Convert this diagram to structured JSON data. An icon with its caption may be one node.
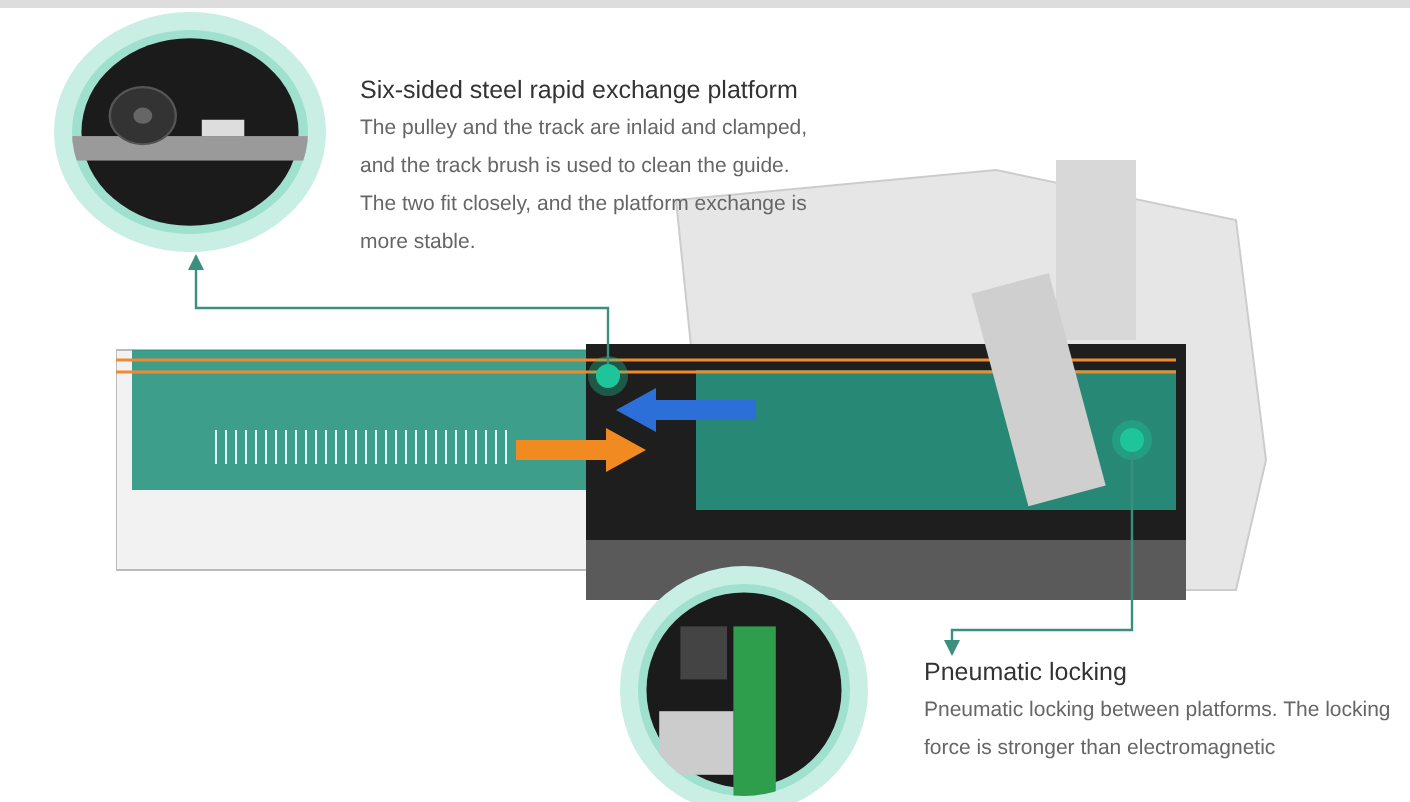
{
  "diagram": {
    "nodes": [
      {
        "text": [
          "Six-sided steel rapid exchange platform",
          "The pulley and the track are inlaid and clamped, and the track brush is used to clean the guide. The two fit closely, and the platform exchange is more stable."
        ]
      },
      {
        "text": [],
        "shape": "picture"
      },
      {
        "text": [
          "Pneumatic locking",
          "Pneumatic locking between platforms. The locking force is stronger than electromagnetic"
        ]
      },
      {
        "text": [],
        "shape": "picture"
      },
      {
        "text": [],
        "shape": "picture"
      },
      {
        "text": [],
        "shape": "circle",
        "in": 4
      },
      {
        "text": [],
        "shape": "circle",
        "in": 4
      }
    ],
    "edges": [
      {
        "from": 5,
        "to": 1,
        "arrow": "to"
      },
      {
        "from": 6,
        "to": 2,
        "arrow": "to"
      }
    ]
  }
}
